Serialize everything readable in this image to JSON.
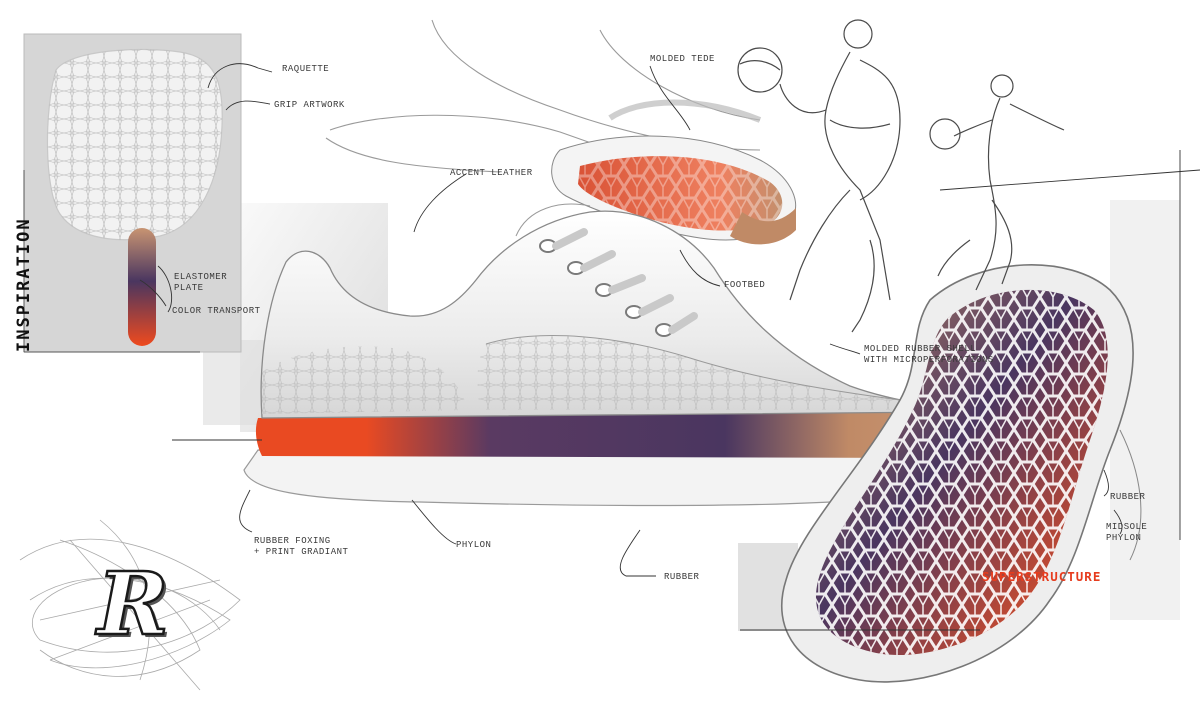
{
  "sheet": {
    "title_vertical": "INSPIRATION",
    "logo_letter": "R",
    "colors": {
      "accent_orange": "#e94a22",
      "accent_purple": "#4a3660",
      "accent_tan": "#c08a66"
    }
  },
  "annotations": {
    "raquette": "RAQUETTE",
    "grip_artwork": "GRIP ARTWORK",
    "elastomer_plate": "ELASTOMER\nPLATE",
    "color_transport": "COLOR TRANSPORT",
    "molded_tede": "MOLDED TEDE",
    "accent_leather": "ACCENT LEATHER",
    "footbed": "FOOTBED",
    "molded_rubber_shell": "MOLDED RUBBER SHELL\nWITH MICROPERFORATIONS",
    "rubber_foxing": "RUBBER FOXING\n+ PRINT GRADIANT",
    "phylon": "PHYLON",
    "rubber_bottom": "RUBBER",
    "rubber_right": "RUBBER",
    "midsole_phylon": "MIDSOLE\nPHYLON",
    "superstructure": "SUPERSTRUCTURE"
  }
}
